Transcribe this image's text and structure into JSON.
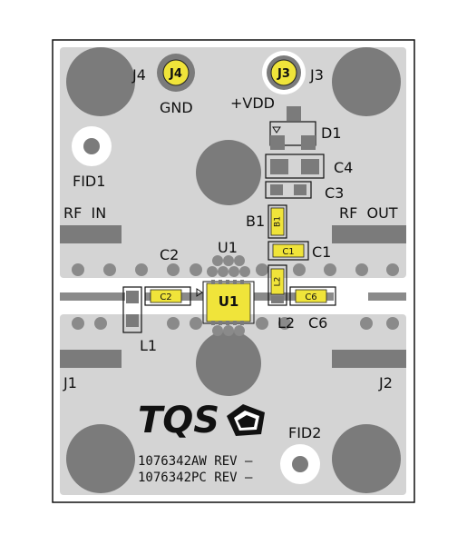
{
  "board": {
    "connectors": {
      "j4": "J4",
      "j3": "J3",
      "gnd": "GND",
      "vdd": "+VDD",
      "j1": "J1",
      "j2": "J2"
    },
    "fiducials": {
      "fid1": "FID1",
      "fid2": "FID2"
    },
    "ports": {
      "rf_in": "RF  IN",
      "rf_out": "RF  OUT"
    },
    "refdes": {
      "d1": "D1",
      "c4": "C4",
      "c3": "C3",
      "b1": "B1",
      "c1": "C1",
      "c2": "C2",
      "u1": "U1",
      "l2": "L2",
      "c6": "C6",
      "l1": "L1"
    },
    "logo": "TQS",
    "part_numbers": {
      "line1": "1076342AW REV –",
      "line2": "1076342PC REV –"
    },
    "colors": {
      "board": "#d4d4d4",
      "copper": "#bdbdbd",
      "hole": "#7b7b7b",
      "pad": "#f0e43a",
      "trace": "#8a8a8a",
      "silk": "#111111"
    }
  }
}
